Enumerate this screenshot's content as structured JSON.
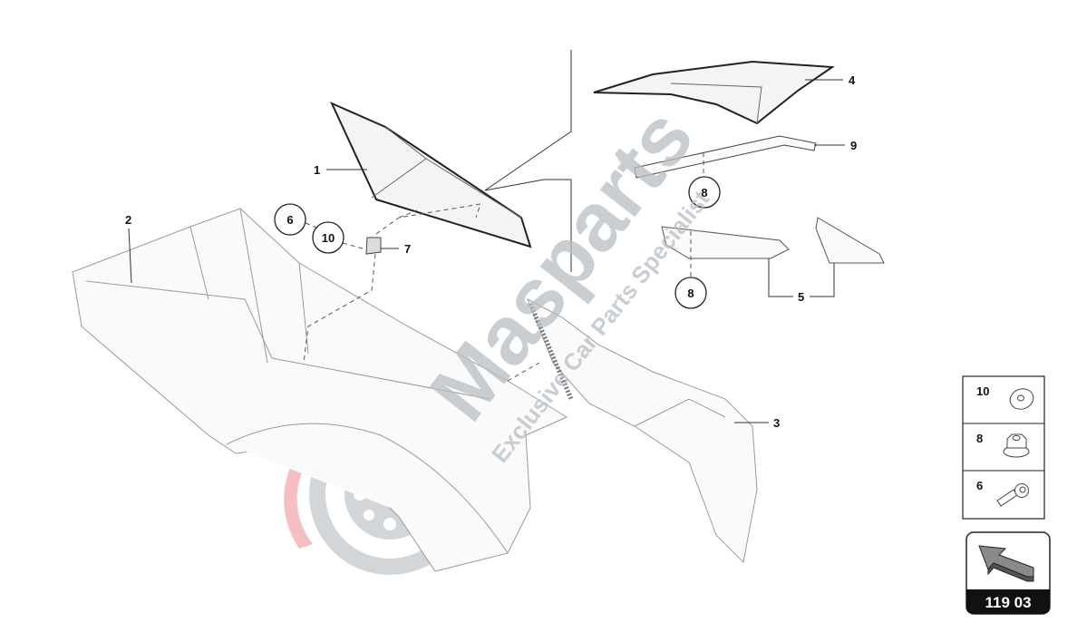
{
  "diagram": {
    "callouts": {
      "p1": "1",
      "p2": "2",
      "p3": "3",
      "p4": "4",
      "p5": "5",
      "p7": "7",
      "p9": "9",
      "c6": "6",
      "c10": "10",
      "c8a": "8",
      "c8b": "8"
    },
    "legend": [
      {
        "number": "10",
        "icon": "washer-icon"
      },
      {
        "number": "8",
        "icon": "flange-nut-icon"
      },
      {
        "number": "6",
        "icon": "bolt-icon"
      }
    ],
    "navigation": {
      "page_code": "119 03",
      "icon": "arrow-back-icon"
    },
    "watermark": {
      "brand": "Masparts",
      "tagline": "Exclusive Car Parts Specialist",
      "accent": "#e8323c"
    }
  }
}
